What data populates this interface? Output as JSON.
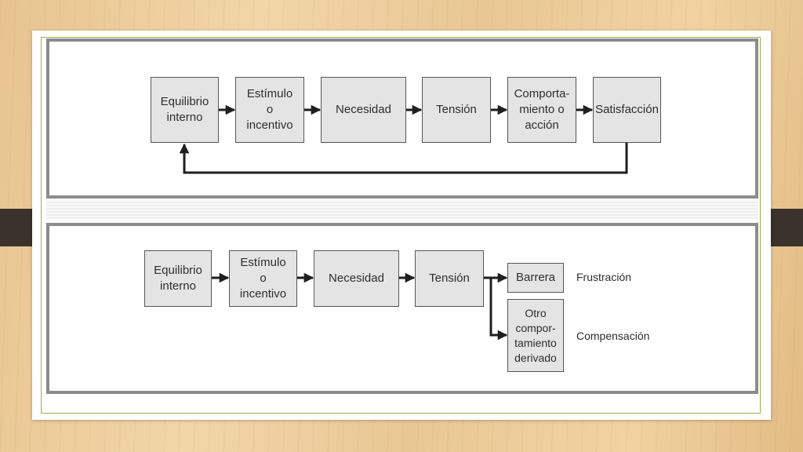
{
  "colors": {
    "box_fill": "#e4e4e4",
    "box_border": "#555555",
    "arrow": "#1f1f1f",
    "panel_border": "#8c8c8c",
    "frame_accent": "#9fb04a",
    "side_tab": "#3b322b"
  },
  "diagram_top": {
    "boxes": [
      "Equilibrio\ninterno",
      "Estímulo\no\nincentivo",
      "Necesidad",
      "Tensión",
      "Comporta-\nmiento o\nacción",
      "Satisfacción"
    ],
    "feedback_arrow": "Satisfacción → Equilibrio interno"
  },
  "diagram_bottom": {
    "boxes": [
      "Equilibrio\ninterno",
      "Estímulo\no\nincentivo",
      "Necesidad",
      "Tensión"
    ],
    "branches": [
      {
        "box": "Barrera",
        "result": "Frustración"
      },
      {
        "box": "Otro\ncompor-\ntamiento\nderivado",
        "result": "Compensación"
      }
    ]
  }
}
